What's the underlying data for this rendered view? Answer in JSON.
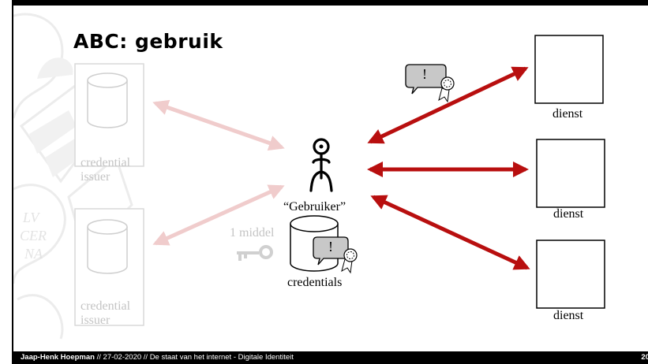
{
  "slide": {
    "title": "ABC: gebruik",
    "user_label": "“Gebruiker”",
    "credentials_label": "credentials",
    "key_label": "1 middel",
    "issuers": [
      {
        "line1": "credential",
        "line2": "issuer"
      },
      {
        "line1": "credential",
        "line2": "issuer"
      }
    ],
    "services": [
      {
        "label": "dienst"
      },
      {
        "label": "dienst"
      },
      {
        "label": "dienst"
      }
    ],
    "badge_mark": "!"
  },
  "footer": {
    "author": "Jaap-Henk Hoepman",
    "info": " // 27-02-2020 // De staat van het internet - Digitale Identiteit",
    "page": "20"
  },
  "colors": {
    "arrow_strong": "#b80f0f",
    "arrow_faded": "#f0cccc",
    "faded_text": "#c4c4c4"
  },
  "icons": [
    "seal-watermark-icon",
    "database-icon",
    "user-figure-icon",
    "credential-badge-icon",
    "key-icon",
    "rosette-icon"
  ]
}
